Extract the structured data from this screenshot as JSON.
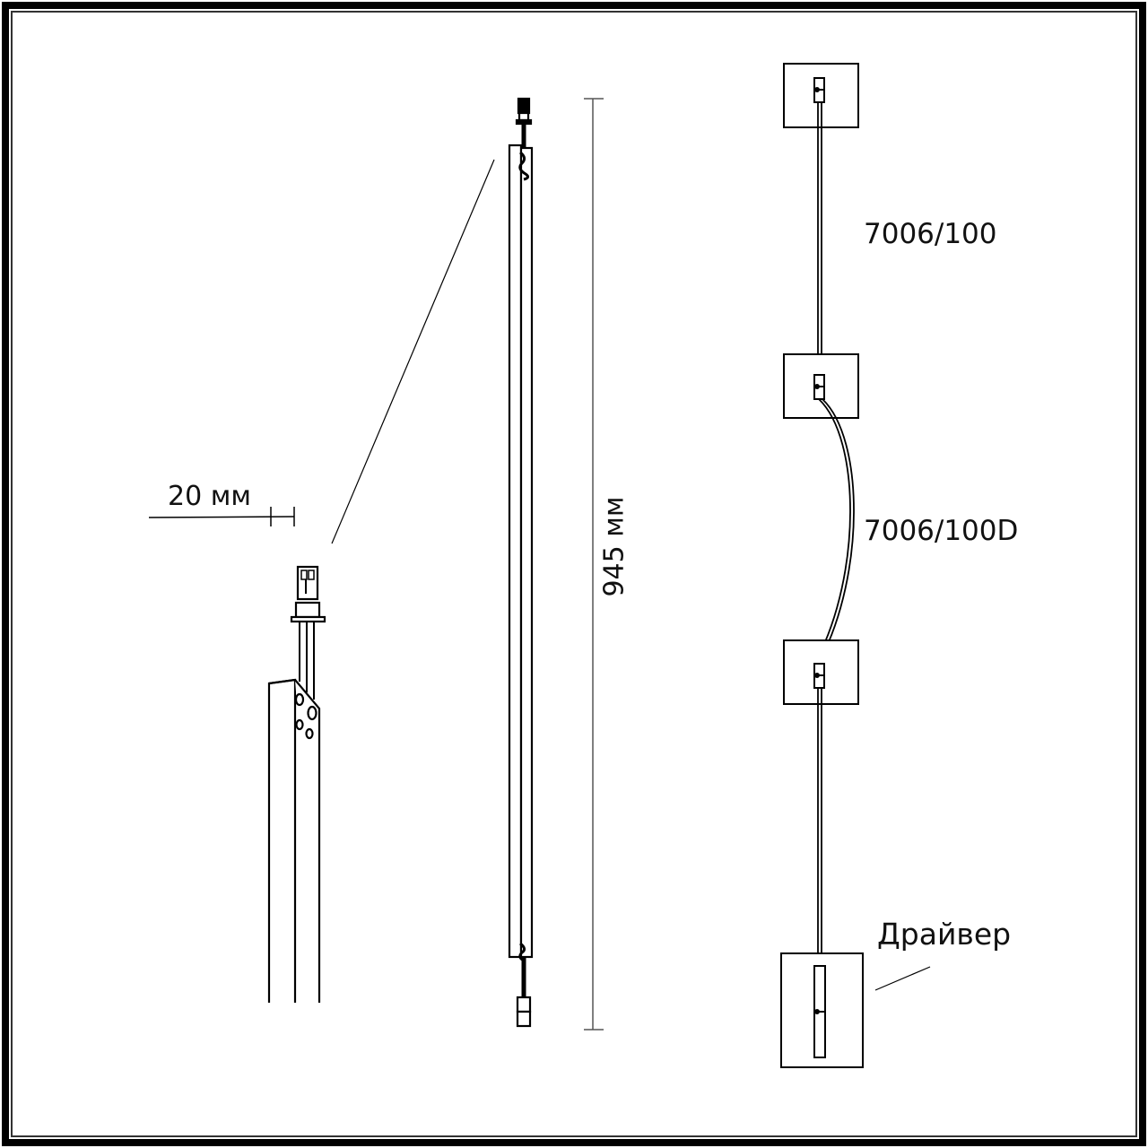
{
  "drawing": {
    "title": "Lighting fixture dimension drawing",
    "dimensions": {
      "width_label": "20 мм",
      "length_label": "945 мм"
    },
    "models": [
      {
        "label": "7006/100"
      },
      {
        "label": "7006/100D"
      }
    ],
    "driver_label": "Драйвер",
    "colors": {
      "line": "#000000",
      "dim_line": "#555555",
      "background": "#ffffff"
    }
  }
}
